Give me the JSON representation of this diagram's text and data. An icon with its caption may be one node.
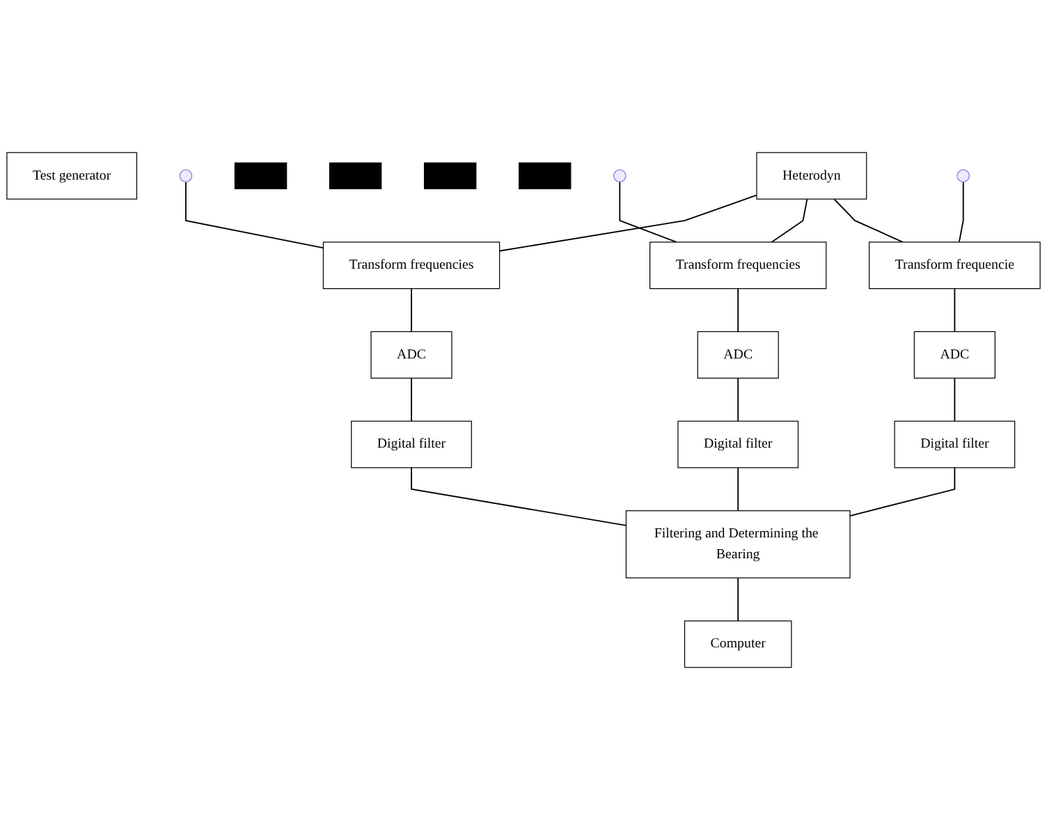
{
  "diagram": {
    "nodes": [
      {
        "text": [
          "Test generator"
        ]
      },
      {
        "text": [
          "Transform frequencies"
        ]
      },
      {
        "text": [
          "Transform frequencies"
        ]
      },
      {
        "text": [
          "Transform frequencie"
        ]
      },
      {
        "text": [
          "Heterodyn"
        ]
      },
      {
        "text": [
          "ADC"
        ]
      },
      {
        "text": [
          "ADC"
        ]
      },
      {
        "text": [
          "ADC"
        ]
      },
      {
        "text": [
          "Digital filter"
        ]
      },
      {
        "text": [
          "Digital filter"
        ]
      },
      {
        "text": [
          "Digital filter"
        ]
      },
      {
        "text": [
          "Filtering and Determining the Bearing"
        ]
      },
      {
        "text": [
          "Computer"
        ]
      },
      {
        "text": [],
        "shape": "box"
      },
      {
        "text": [],
        "shape": "box"
      },
      {
        "text": [],
        "shape": "box"
      },
      {
        "text": [],
        "shape": "box"
      }
    ],
    "edges": [
      {
        "from": null,
        "to": 1,
        "arrow": "none"
      },
      {
        "from": null,
        "to": 2,
        "arrow": "none"
      },
      {
        "from": null,
        "to": 3,
        "arrow": "none"
      },
      {
        "from": 4,
        "to": 1,
        "arrow": "none"
      },
      {
        "from": 4,
        "to": 2,
        "arrow": "none"
      },
      {
        "from": 4,
        "to": 3,
        "arrow": "none"
      },
      {
        "from": 1,
        "to": 5,
        "arrow": "none"
      },
      {
        "from": 2,
        "to": 6,
        "arrow": "none"
      },
      {
        "from": 3,
        "to": 7,
        "arrow": "none"
      },
      {
        "from": 5,
        "to": 8,
        "arrow": "none"
      },
      {
        "from": 6,
        "to": 9,
        "arrow": "none"
      },
      {
        "from": 7,
        "to": 10,
        "arrow": "none"
      },
      {
        "from": 8,
        "to": 11,
        "arrow": "none"
      },
      {
        "from": 9,
        "to": 11,
        "arrow": "none"
      },
      {
        "from": 10,
        "to": 11,
        "arrow": "none"
      },
      {
        "from": 11,
        "to": 12,
        "arrow": "none"
      }
    ]
  }
}
